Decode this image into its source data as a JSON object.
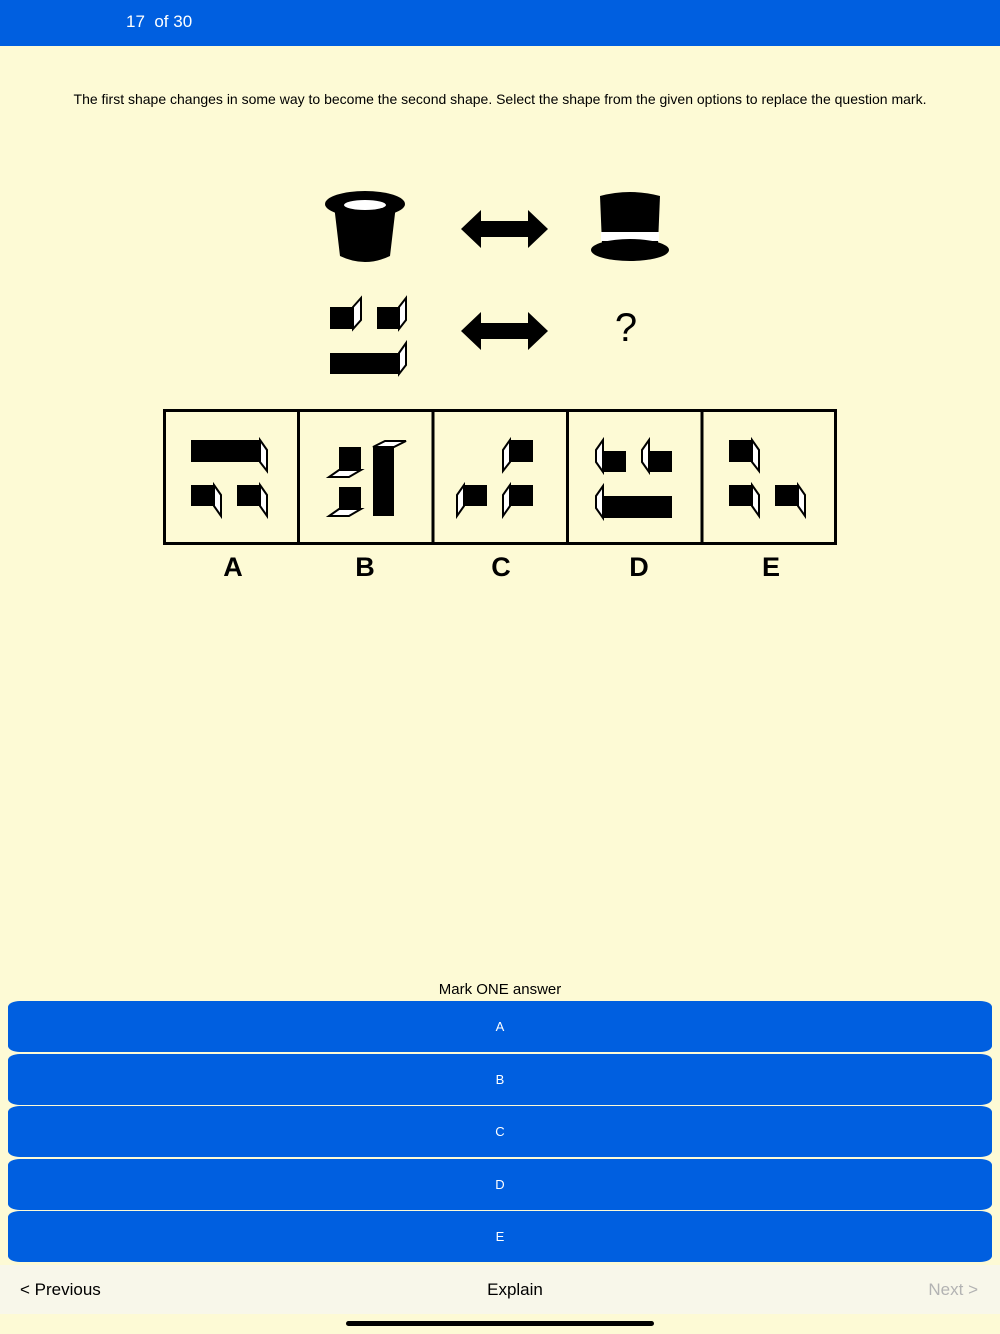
{
  "header": {
    "progress": "17  of 30"
  },
  "question": {
    "text": "The first shape changes in some way to become the second shape. Select the shape from the given options to replace the question mark.",
    "unknown_symbol": "?"
  },
  "options": {
    "labels": [
      "A",
      "B",
      "C",
      "D",
      "E"
    ]
  },
  "answers": {
    "instruction": "Mark ONE answer",
    "buttons": [
      "A",
      "B",
      "C",
      "D",
      "E"
    ]
  },
  "footer": {
    "previous": "< Previous",
    "explain": "Explain",
    "next": "Next >"
  },
  "colors": {
    "background": "#fdfad5",
    "accent": "#005fe0",
    "footer_bg": "#f8f7ea",
    "disabled_text": "#b3b3b3"
  },
  "icons": [
    "top-hat-upside-icon",
    "top-hat-icon",
    "double-arrow-icon",
    "block-shape-icon"
  ]
}
